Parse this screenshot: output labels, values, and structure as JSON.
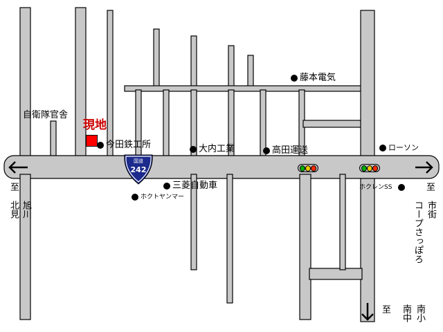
{
  "colors": {
    "road": "#c8c8c8",
    "outline": "#000000",
    "marker": "#ff0000",
    "shield": "#1b2a8c",
    "here_text": "#cc0000",
    "signal_red": "#ff2a00",
    "signal_yellow": "#f0c800",
    "signal_green": "#00b000"
  },
  "labels": {
    "fujimoto": "藤本電気",
    "jieitai": "自衛隊官舎",
    "genchi": "現地",
    "imada": "今田鉄工所",
    "ouchi": "大内工業",
    "takada": "高田運送",
    "lawson": "ローソン",
    "mitsubishi": "三菱自動車",
    "hokuto_yanmar": "ホクトヤンマー",
    "hokuren_ss": "ホクレンSS"
  },
  "route": {
    "kanji": "国道",
    "number": "242"
  },
  "directions": {
    "west_to": "至",
    "west_places": [
      "北見",
      "旭川"
    ],
    "east_to": "至",
    "east_places": [
      "市街",
      "コープさっぽろ"
    ],
    "south_to": "至",
    "south_places": [
      "南小",
      "南中"
    ]
  },
  "icons": [
    "arrow-left-icon",
    "arrow-right-icon",
    "arrow-down-icon",
    "traffic-signal-icon",
    "point-marker-icon",
    "route-shield-icon"
  ]
}
